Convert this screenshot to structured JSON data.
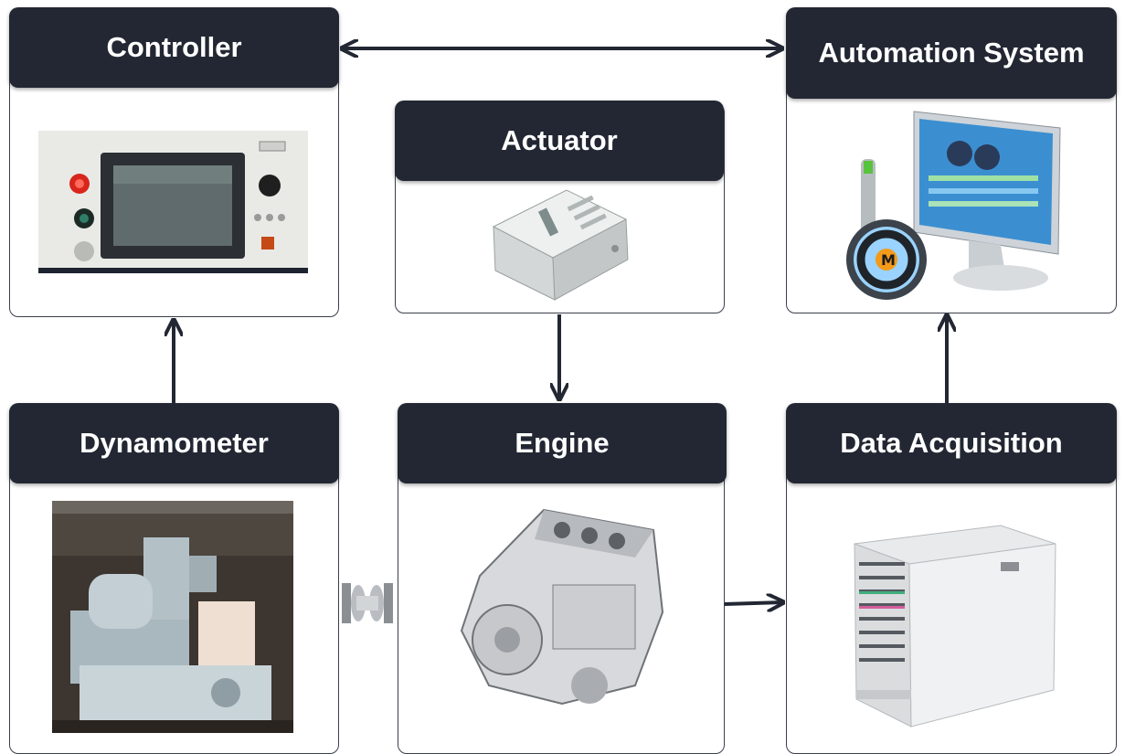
{
  "nodes": {
    "controller": {
      "title": "Controller"
    },
    "automation": {
      "title": "Automation System"
    },
    "actuator": {
      "title": "Actuator"
    },
    "dynamometer": {
      "title": "Dynamometer"
    },
    "engine": {
      "title": "Engine"
    },
    "daq": {
      "title": "Data Acquisition"
    }
  },
  "colors": {
    "header_bg": "#222733",
    "header_text": "#ffffff",
    "arrow": "#222733",
    "border": "#3a3f4b"
  },
  "icons": [
    "controller-panel-image",
    "automation-monitor-image",
    "actuator-module-image",
    "dynamometer-machine-image",
    "engine-block-image",
    "coupling-image",
    "daq-rack-image"
  ]
}
